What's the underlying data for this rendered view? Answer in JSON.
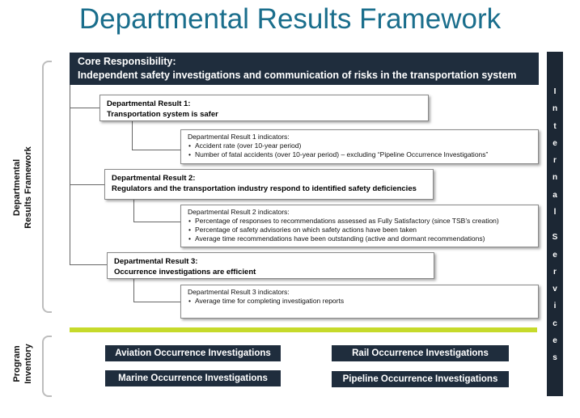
{
  "title": "Departmental Results Framework",
  "core": {
    "line1": "Core Responsibility:",
    "line2": "Independent safety investigations  and communication  of risks in the transportation  system"
  },
  "side_label": {
    "line1": "Departmental",
    "line2": "Results Framework"
  },
  "program_label": {
    "line1": "Program",
    "line2": "Inventory"
  },
  "internal_services": [
    "I",
    "n",
    "t",
    "e",
    "r",
    "n",
    "a",
    "l",
    " ",
    "S",
    "e",
    "r",
    "v",
    "i",
    "c",
    "e",
    "s"
  ],
  "results": [
    {
      "title": "Departmental Result 1:",
      "text": "Transportation system is safer",
      "indicators_title": "Departmental Result 1 indicators:",
      "indicators": [
        "Accident rate (over 10-year period)",
        "Number of fatal accidents (over 10-year period) – excluding “Pipeline Occurrence Investigations”"
      ]
    },
    {
      "title": "Departmental Result 2:",
      "text": "Regulators and the transportation industry respond to identified safety deficiencies",
      "indicators_title": "Departmental Result 2 indicators:",
      "indicators": [
        "Percentage of responses  to recommendations  assessed as Fully Satisfactory (since TSB’s creation)",
        "Percentage of safety advisories on which safety actions have been taken",
        "Average time recommendations  have been outstanding  (active and dormant recommendations)"
      ]
    },
    {
      "title": "Departmental Result 3:",
      "text": "Occurrence investigations are efficient",
      "indicators_title": "Departmental Result 3 indicators:",
      "indicators": [
        "Average time for completing investigation reports"
      ]
    }
  ],
  "programs": [
    "Aviation Occurrence Investigations",
    "Rail Occurrence Investigations",
    "Marine Occurrence Investigations",
    "Pipeline Occurrence Investigations"
  ],
  "colors": {
    "title": "#1a6e8c",
    "dark_box": "#1f2d3d",
    "green_bar": "#c6da2b"
  }
}
